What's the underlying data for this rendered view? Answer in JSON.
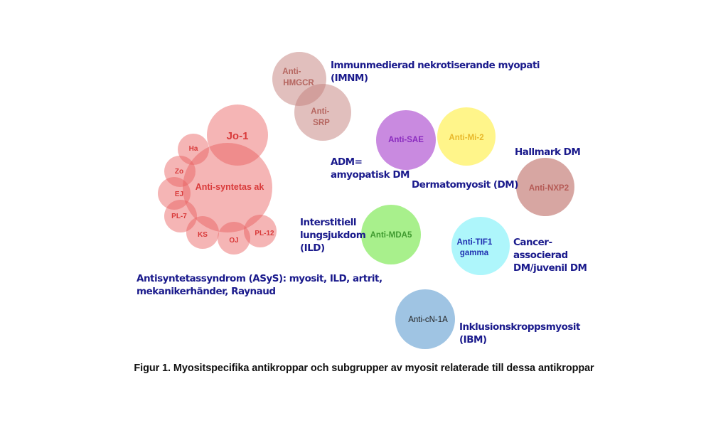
{
  "caption": "Figur 1. Myositspecifika antikroppar och subgrupper av myosit relaterade till dessa antikroppar",
  "colors": {
    "label_text": "#1a1a8c",
    "asys_fill": "#e85a5a",
    "asys_text": "#d93a3a",
    "imnm_fill": "#c47f7b",
    "imnm_text": "#b5655f",
    "sae_fill": "#c98ae0",
    "sae_text": "#8a2bbf",
    "mi2_fill": "#fff58a",
    "mi2_text": "#e8b82a",
    "nxp2_fill": "#d7a6a2",
    "nxp2_text": "#b55a55",
    "mda5_fill": "#a8f08c",
    "mda5_text": "#3f9a2f",
    "tif1_fill": "#aef6fb",
    "tif1_text": "#1f2fb0",
    "cn1a_fill": "#9fc4e3",
    "cn1a_text": "#222222"
  },
  "antibodies": {
    "jo1": "Jo-1",
    "antisynthetase": "Anti-syntetas ak",
    "ha": "Ha",
    "zo": "Zo",
    "ej": "EJ",
    "pl7": "PL-7",
    "ks": "KS",
    "oj": "OJ",
    "pl12": "PL-12",
    "hmgcr": [
      "Anti-",
      "HMGCR"
    ],
    "srp": [
      "Anti-",
      "SRP"
    ],
    "sae": "Anti-SAE",
    "mi2": "Anti-Mi-2",
    "nxp2": "Anti-NXP2",
    "mda5": "Anti-MDA5",
    "tif1": [
      "Anti-TIF1",
      "gamma"
    ],
    "cn1a": "Anti-cN-1A"
  },
  "labels": {
    "imnm": "Immunmedierad nekrotiserande myopati\n(IMNM)",
    "adm": "ADM=\namyopatisk DM",
    "dm": "Dermatomyosit (DM)",
    "hallmark": "Hallmark DM",
    "ild": "Interstitiell\nlungsjukdom\n(ILD)",
    "cancer": "Cancer-\nassocierad\nDM/juvenil DM",
    "asys": "Antisyntetassyndrom (ASyS): myosit, ILD, artrit,\nmekanikerhänder, Raynaud",
    "ibm": "Inklusionskroppsmyosit\n(IBM)"
  }
}
